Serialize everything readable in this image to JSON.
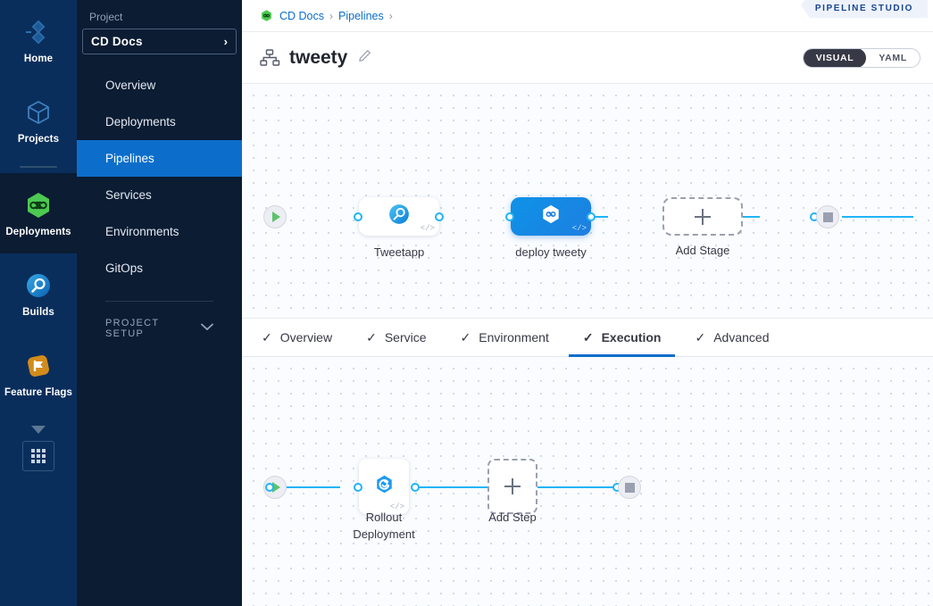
{
  "rail": {
    "items": [
      {
        "label": "Home",
        "icon": "home-diamond-icon",
        "active": false
      },
      {
        "label": "Projects",
        "icon": "cube-icon",
        "active": false
      },
      {
        "label": "Deployments",
        "icon": "cd-hexagon-icon",
        "active": true
      },
      {
        "label": "Builds",
        "icon": "ci-circle-icon",
        "active": false
      },
      {
        "label": "Feature Flags",
        "icon": "feature-flag-icon",
        "active": false
      }
    ],
    "more_label": "",
    "apps_label": ""
  },
  "nav": {
    "caption": "Project",
    "project_name": "CD Docs",
    "chevron": "›",
    "items": [
      {
        "label": "Overview",
        "active": false
      },
      {
        "label": "Deployments",
        "active": false
      },
      {
        "label": "Pipelines",
        "active": true
      },
      {
        "label": "Services",
        "active": false
      },
      {
        "label": "Environments",
        "active": false
      },
      {
        "label": "GitOps",
        "active": false
      }
    ],
    "setup_label": "PROJECT SETUP"
  },
  "header": {
    "breadcrumbs": [
      {
        "label": "CD Docs"
      },
      {
        "label": "Pipelines"
      }
    ],
    "separator": "›",
    "studio_badge": "PIPELINE STUDIO",
    "pipeline_name": "tweety",
    "toggle": {
      "visual": "VISUAL",
      "yaml": "YAML",
      "selected": "VISUAL"
    }
  },
  "stages_canvas": {
    "start_node": "start",
    "end_node": "end",
    "nodes": [
      {
        "label": "Tweetapp",
        "type": "build-stage",
        "icon": "ci-build-icon",
        "selected": false,
        "code_tag": "</>"
      },
      {
        "label": "deploy tweety",
        "type": "deploy-stage",
        "icon": "cd-hexagon-icon",
        "selected": true,
        "code_tag": "</>"
      }
    ],
    "add_label": "Add Stage"
  },
  "tabs": [
    {
      "label": "Overview",
      "check": "✓",
      "active": false
    },
    {
      "label": "Service",
      "check": "✓",
      "active": false
    },
    {
      "label": "Environment",
      "check": "✓",
      "active": false
    },
    {
      "label": "Execution",
      "check": "✓",
      "active": true
    },
    {
      "label": "Advanced",
      "check": "✓",
      "active": false
    }
  ],
  "steps_canvas": {
    "start_node": "start",
    "end_node": "end",
    "nodes": [
      {
        "label_line1": "Rollout",
        "label_line2": "Deployment",
        "icon": "rollout-swirl-icon",
        "code_tag": "</>"
      }
    ],
    "add_label": "Add Step"
  },
  "colors": {
    "accent_blue": "#0c6eca",
    "edge_blue": "#20b4f7",
    "nav_bg": "#0b1c33",
    "rail_bg": "#0a2e5c",
    "cd_green": "#4dc952",
    "ff_orange": "#d38b1c"
  }
}
